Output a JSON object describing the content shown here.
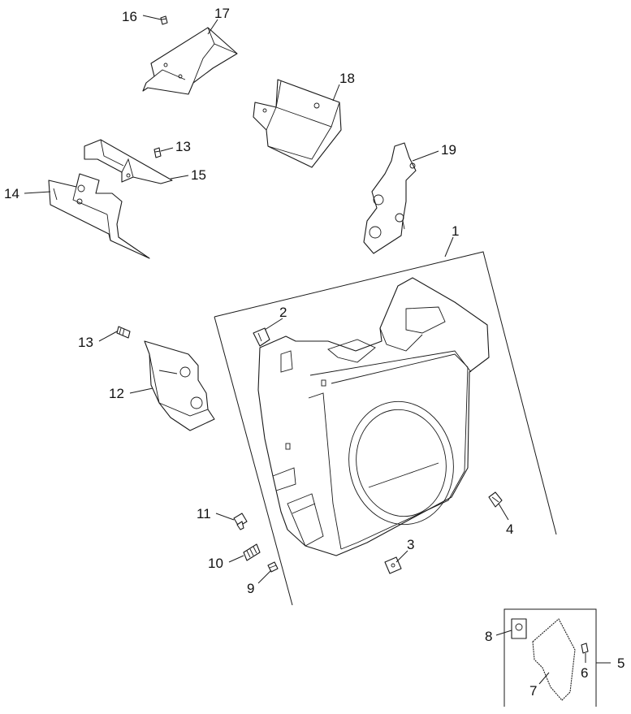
{
  "callouts": {
    "c1": "1",
    "c2": "2",
    "c3": "3",
    "c4": "4",
    "c5": "5",
    "c6": "6",
    "c7": "7",
    "c8": "8",
    "c9": "9",
    "c10": "10",
    "c11": "11",
    "c12": "12",
    "c13a": "13",
    "c13b": "13",
    "c14": "14",
    "c15": "15",
    "c16": "16",
    "c17": "17",
    "c18": "18",
    "c19": "19"
  },
  "colors": {
    "line": "#1a1a1a",
    "background": "#ffffff"
  }
}
